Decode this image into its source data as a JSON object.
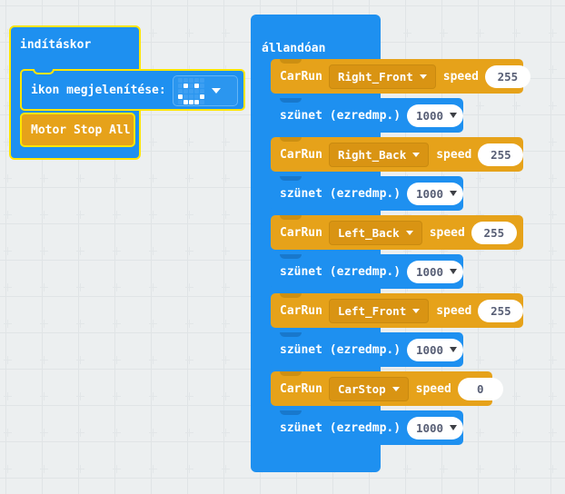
{
  "workspace": {
    "background_color": "#eceff0",
    "grid_color": "#e2e6e8"
  },
  "colors": {
    "event_blue": "#1e90f0",
    "motor_orange": "#e6a21a",
    "field_orange": "#d99413",
    "selection_yellow": "#ffe500",
    "field_white": "#ffffff",
    "field_text": "#575e75"
  },
  "start_stack": {
    "hat_label": "indításkor",
    "show_icon": {
      "label": "ikon megjelenítése:",
      "icon_name": "led-matrix-smiley",
      "dropdown_icon": "chevron-down-icon",
      "matrix": [
        [
          0,
          0,
          0,
          0,
          0
        ],
        [
          0,
          1,
          0,
          1,
          0
        ],
        [
          0,
          0,
          0,
          0,
          0
        ],
        [
          1,
          0,
          0,
          0,
          1
        ],
        [
          0,
          1,
          1,
          1,
          0
        ]
      ]
    },
    "motor_stop": {
      "label": "Motor Stop All"
    }
  },
  "forever_stack": {
    "hat_label": "állandóan",
    "rows": [
      {
        "kind": "carrun",
        "label": "CarRun",
        "direction": "Right_Front",
        "speed_label": "speed",
        "speed": "255",
        "dropdown_icon": "chevron-down-icon"
      },
      {
        "kind": "pause",
        "label": "szünet (ezredmp.)",
        "value": "1000",
        "dropdown_icon": "chevron-down-icon"
      },
      {
        "kind": "carrun",
        "label": "CarRun",
        "direction": "Right_Back",
        "speed_label": "speed",
        "speed": "255",
        "dropdown_icon": "chevron-down-icon"
      },
      {
        "kind": "pause",
        "label": "szünet (ezredmp.)",
        "value": "1000",
        "dropdown_icon": "chevron-down-icon"
      },
      {
        "kind": "carrun",
        "label": "CarRun",
        "direction": "Left_Back",
        "speed_label": "speed",
        "speed": "255",
        "dropdown_icon": "chevron-down-icon"
      },
      {
        "kind": "pause",
        "label": "szünet (ezredmp.)",
        "value": "1000",
        "dropdown_icon": "chevron-down-icon"
      },
      {
        "kind": "carrun",
        "label": "CarRun",
        "direction": "Left_Front",
        "speed_label": "speed",
        "speed": "255",
        "dropdown_icon": "chevron-down-icon"
      },
      {
        "kind": "pause",
        "label": "szünet (ezredmp.)",
        "value": "1000",
        "dropdown_icon": "chevron-down-icon"
      },
      {
        "kind": "carrun",
        "label": "CarRun",
        "direction": "CarStop",
        "speed_label": "speed",
        "speed": "0",
        "dropdown_icon": "chevron-down-icon"
      },
      {
        "kind": "pause",
        "label": "szünet (ezredmp.)",
        "value": "1000",
        "dropdown_icon": "chevron-down-icon"
      }
    ]
  }
}
